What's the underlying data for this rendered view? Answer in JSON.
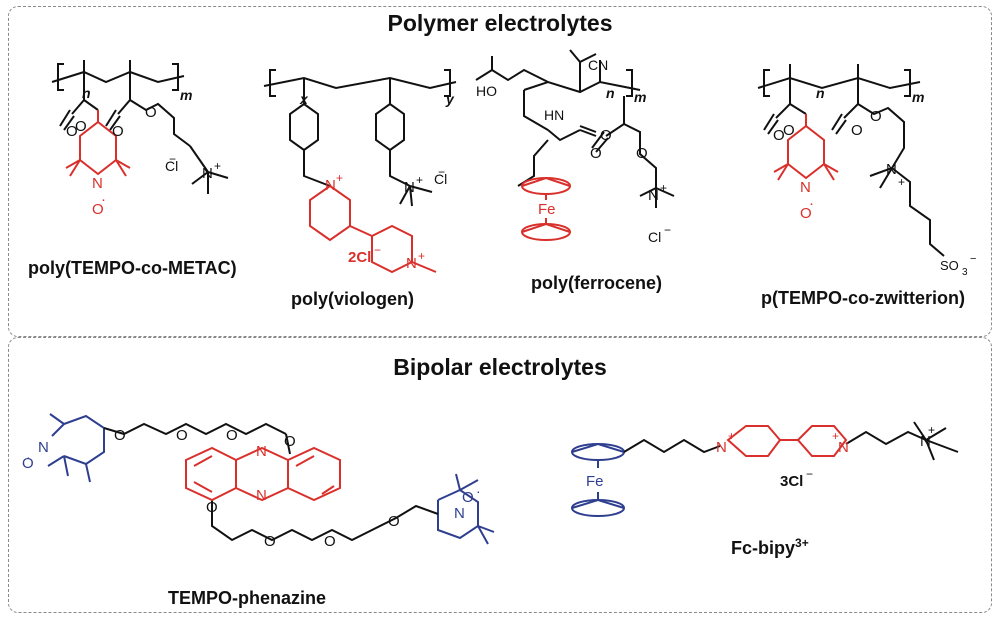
{
  "sections": {
    "polymer": {
      "title": "Polymer electrolytes"
    },
    "bipolar": {
      "title": "Bipolar electrolytes"
    }
  },
  "compounds": {
    "tempo_metac": {
      "name": "poly(TEMPO-co-METAC)"
    },
    "viologen": {
      "name": "poly(viologen)"
    },
    "ferrocene": {
      "name": "poly(ferrocene)"
    },
    "zwitterion": {
      "name": "p(TEMPO-co-zwitterion)"
    },
    "tempo_phenazine": {
      "name": "TEMPO-phenazine"
    },
    "fc_bipy": {
      "name": "Fc-bipy",
      "charge": "3+"
    }
  },
  "labels": {
    "n": "n",
    "m": "m",
    "x": "x",
    "y": "y",
    "cl_minus": "Cl",
    "two_cl": "2Cl",
    "three_cl": "3Cl",
    "fe": "Fe",
    "cn": "CN",
    "ho": "HO",
    "hn": "HN",
    "so3": "SO",
    "so3_sub": "3",
    "minus": "−",
    "plus": "+"
  },
  "colors": {
    "redox_red": "#d9302c",
    "redox_blue": "#2f3f8f",
    "ink": "#111111",
    "dash": "#8a8a8a"
  }
}
